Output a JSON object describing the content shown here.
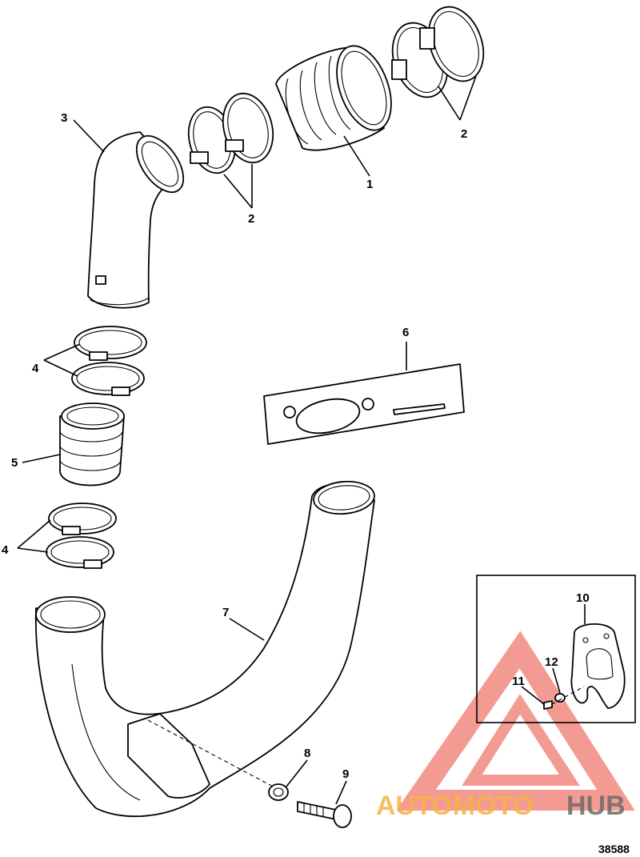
{
  "figure_number": "38588",
  "watermark": {
    "part1": "AUTOMOTO",
    "part2": "HUB",
    "color_primary": "#f07a6e",
    "color_secondary": "#f6b24a",
    "color_dark": "#6b6b6b"
  },
  "callouts": [
    {
      "id": "1",
      "label": "1"
    },
    {
      "id": "2a",
      "label": "2"
    },
    {
      "id": "2b",
      "label": "2"
    },
    {
      "id": "3",
      "label": "3"
    },
    {
      "id": "4a",
      "label": "4"
    },
    {
      "id": "4b",
      "label": "4"
    },
    {
      "id": "5",
      "label": "5"
    },
    {
      "id": "6",
      "label": "6"
    },
    {
      "id": "7",
      "label": "7"
    },
    {
      "id": "8",
      "label": "8"
    },
    {
      "id": "9",
      "label": "9"
    },
    {
      "id": "10",
      "label": "10"
    },
    {
      "id": "11",
      "label": "11"
    },
    {
      "id": "12",
      "label": "12"
    }
  ]
}
